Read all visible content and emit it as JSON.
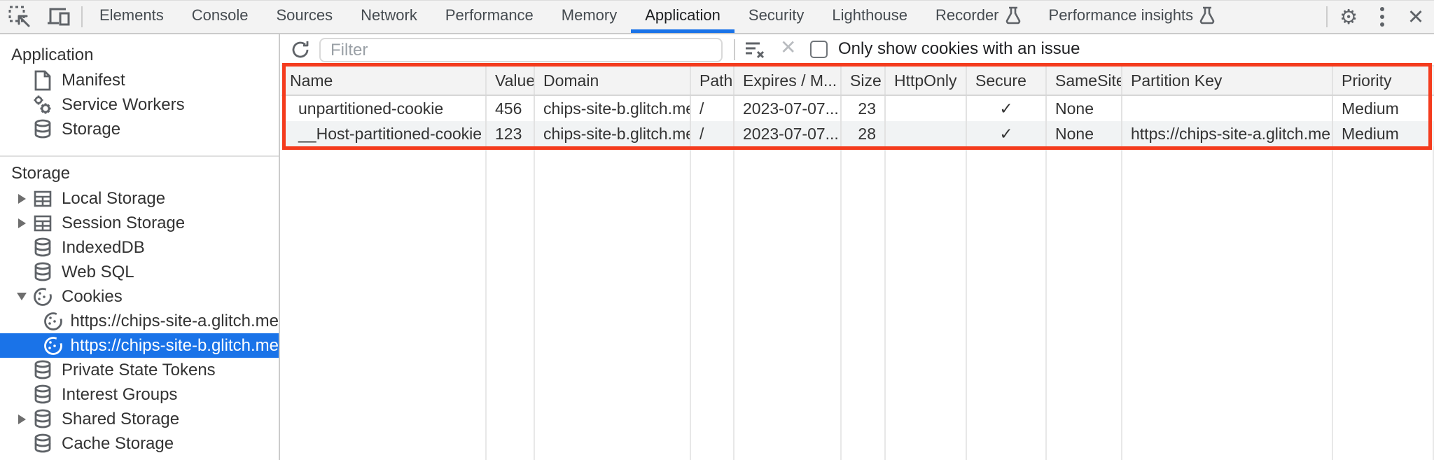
{
  "colors": {
    "accent_blue": "#1a73e8",
    "highlight_red": "#f43b1d",
    "selected_text": "#ffffff"
  },
  "icons": {
    "gear": "⚙",
    "close": "✕",
    "delete_disabled": "✕"
  },
  "tabs": [
    {
      "label": "Elements"
    },
    {
      "label": "Console"
    },
    {
      "label": "Sources"
    },
    {
      "label": "Network"
    },
    {
      "label": "Performance"
    },
    {
      "label": "Memory"
    },
    {
      "label": "Application",
      "selected": true
    },
    {
      "label": "Security"
    },
    {
      "label": "Lighthouse"
    },
    {
      "label": "Recorder",
      "experimental": true
    },
    {
      "label": "Performance insights",
      "experimental": true
    }
  ],
  "sidebar": {
    "sections": [
      {
        "title": "Application",
        "items": [
          {
            "label": "Manifest",
            "icon": "document"
          },
          {
            "label": "Service Workers",
            "icon": "gears"
          },
          {
            "label": "Storage",
            "icon": "database"
          }
        ]
      },
      {
        "title": "Storage",
        "items": [
          {
            "label": "Local Storage",
            "icon": "table",
            "expander": "collapsed"
          },
          {
            "label": "Session Storage",
            "icon": "table",
            "expander": "collapsed"
          },
          {
            "label": "IndexedDB",
            "icon": "database"
          },
          {
            "label": "Web SQL",
            "icon": "database"
          },
          {
            "label": "Cookies",
            "icon": "cookie",
            "expander": "expanded"
          },
          {
            "label": "https://chips-site-a.glitch.me",
            "icon": "cookie",
            "child": true
          },
          {
            "label": "https://chips-site-b.glitch.me",
            "icon": "cookie",
            "child": true,
            "selected": true
          },
          {
            "label": "Private State Tokens",
            "icon": "database"
          },
          {
            "label": "Interest Groups",
            "icon": "database"
          },
          {
            "label": "Shared Storage",
            "icon": "database",
            "expander": "collapsed"
          },
          {
            "label": "Cache Storage",
            "icon": "database"
          }
        ]
      }
    ]
  },
  "filter_bar": {
    "placeholder": "Filter",
    "checkbox_label": "Only show cookies with an issue",
    "checkbox_checked": false
  },
  "cookies_table": {
    "columns": [
      "Name",
      "Value",
      "Domain",
      "Path",
      "Expires / M...",
      "Size",
      "HttpOnly",
      "Secure",
      "SameSite",
      "Partition Key",
      "Priority"
    ],
    "rows": [
      [
        "unpartitioned-cookie",
        "456",
        "chips-site-b.glitch.me",
        "/",
        "2023-07-07...",
        "23",
        "",
        "✓",
        "None",
        "",
        "Medium"
      ],
      [
        "__Host-partitioned-cookie",
        "123",
        "chips-site-b.glitch.me",
        "/",
        "2023-07-07...",
        "28",
        "",
        "✓",
        "None",
        "https://chips-site-a.glitch.me",
        "Medium"
      ]
    ]
  }
}
